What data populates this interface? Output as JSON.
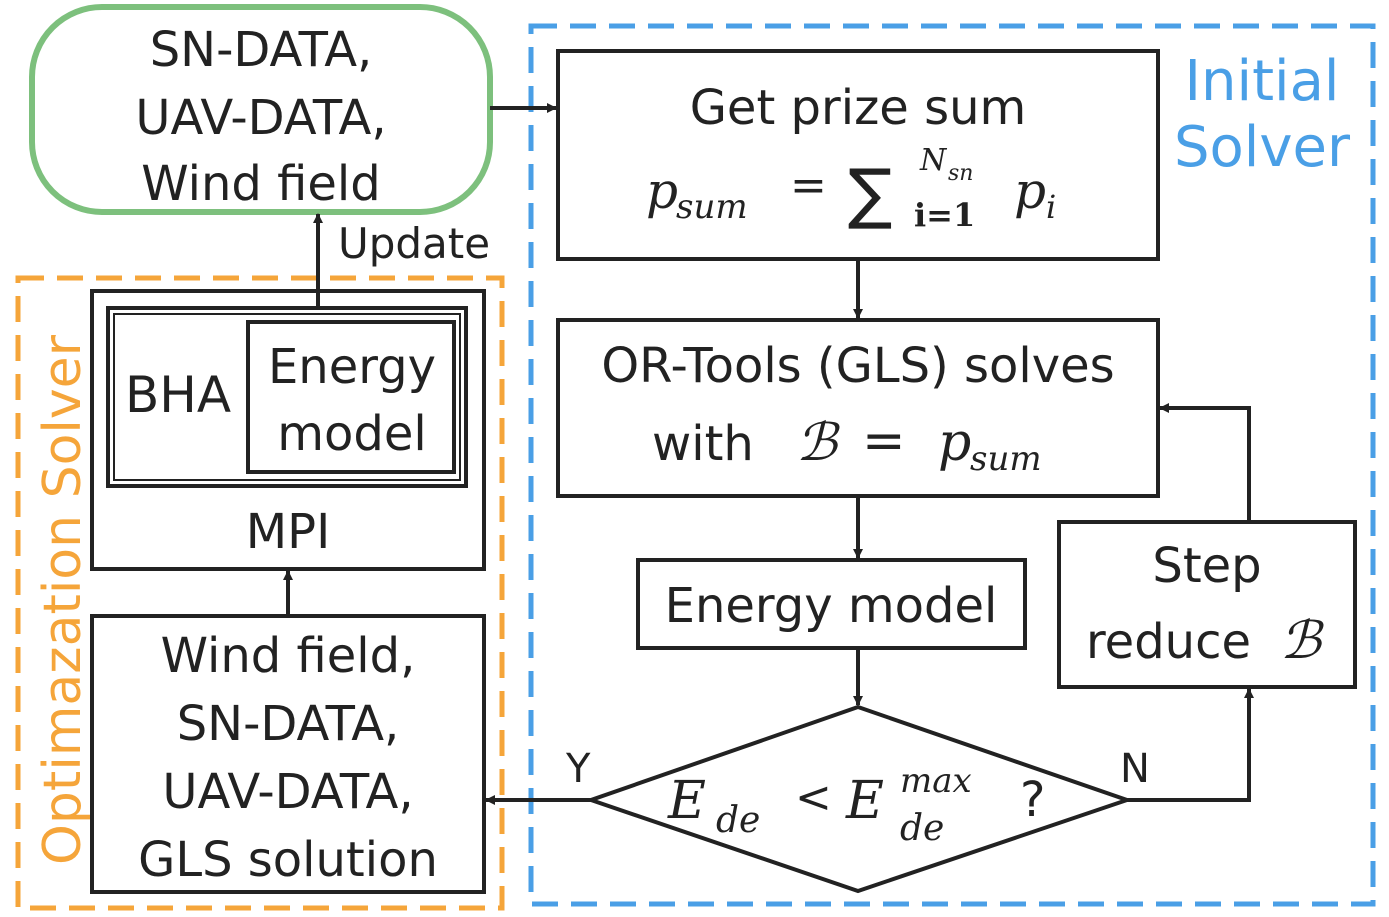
{
  "colors": {
    "input_border": "#7dc07d",
    "initial_solver": "#4a9fe6",
    "optimization_solver": "#f5a53a",
    "box_border": "#222222"
  },
  "input_data": {
    "line1": "SN-DATA,",
    "line2": "UAV-DATA,",
    "line3": "Wind field"
  },
  "initial_solver": {
    "label_line1": "Initial",
    "label_line2": "Solver"
  },
  "optimization_solver": {
    "label": "Optimazation Solver"
  },
  "prize_box": {
    "title": "Get prize sum",
    "formula_lhs": "p",
    "formula_lhs_sub": "sum",
    "formula_eq": "=",
    "formula_sigma": "∑",
    "formula_upper": "N",
    "formula_upper_sub": "sn",
    "formula_lower": "i=1",
    "formula_term": "p",
    "formula_term_sub": "i"
  },
  "ortools_box": {
    "line1": "OR-Tools (GLS) solves",
    "with": "with",
    "budget": "ℬ",
    "eq": "=",
    "rhs": "p",
    "rhs_sub": "sum"
  },
  "energy_model_box": {
    "label": "Energy model"
  },
  "step_box": {
    "line1": "Step",
    "line2": "reduce",
    "budget": "ℬ"
  },
  "decision": {
    "lhs": "E",
    "lhs_sub": "de",
    "op": "<",
    "rhs": "E",
    "rhs_sup": "max",
    "rhs_sub": "de",
    "q": "?",
    "yes": "Y",
    "no": "N"
  },
  "mpi_box": {
    "bha": "BHA",
    "energy_line1": "Energy",
    "energy_line2": "model",
    "mpi": "MPI"
  },
  "update_label": "Update",
  "bottom_left_box": {
    "line1": "Wind field,",
    "line2": "SN-DATA,",
    "line3": "UAV-DATA,",
    "line4": "GLS solution"
  }
}
